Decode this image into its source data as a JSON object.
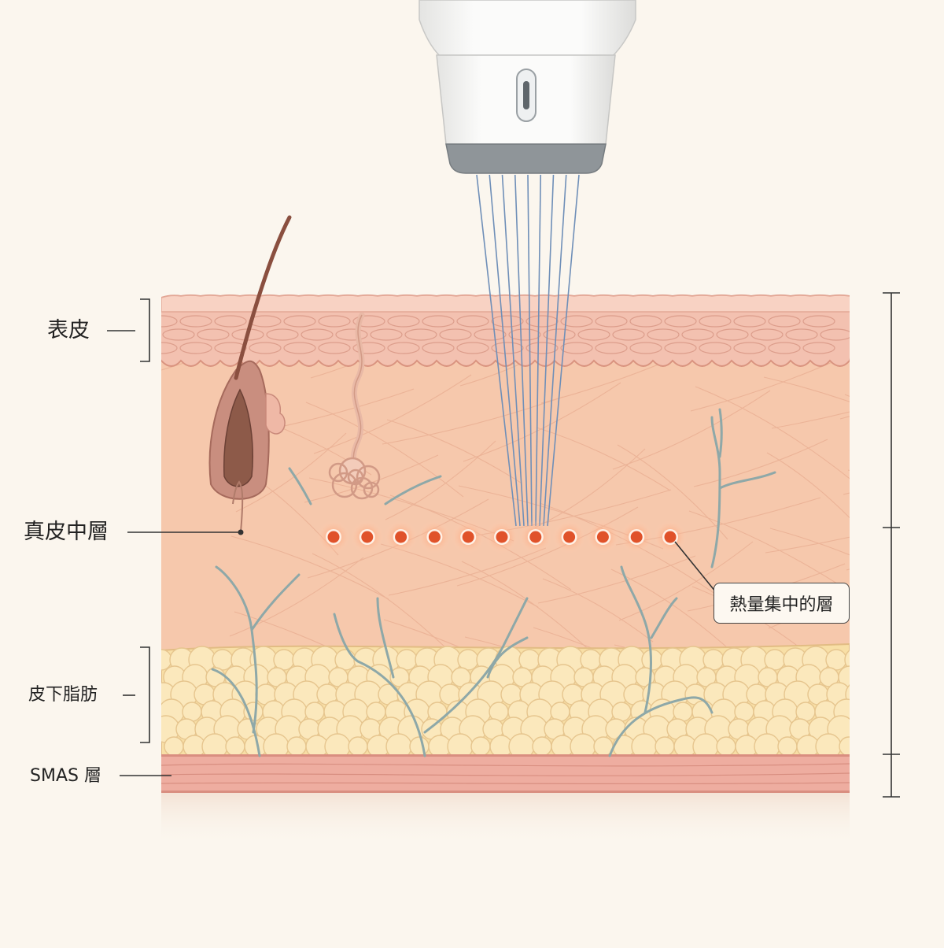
{
  "labels": {
    "epidermis": "表皮",
    "mid_dermis": "真皮中層",
    "subcutaneous_fat": "皮下脂肪",
    "smas": "SMAS 層",
    "heat_focus": "熱量集中的層"
  },
  "heat_points": 11,
  "beam_lines": 9,
  "colors": {
    "background": "#fbf6ee",
    "epidermis": "#f3c1b0",
    "dermis": "#f6c8ac",
    "fat": "#f8dfa6",
    "smas": "#eeada0",
    "heat_dot": "#e0522a",
    "beam": "#6f8fb8",
    "vessel": "#8ea8a8",
    "device": "#f7f7f5"
  }
}
